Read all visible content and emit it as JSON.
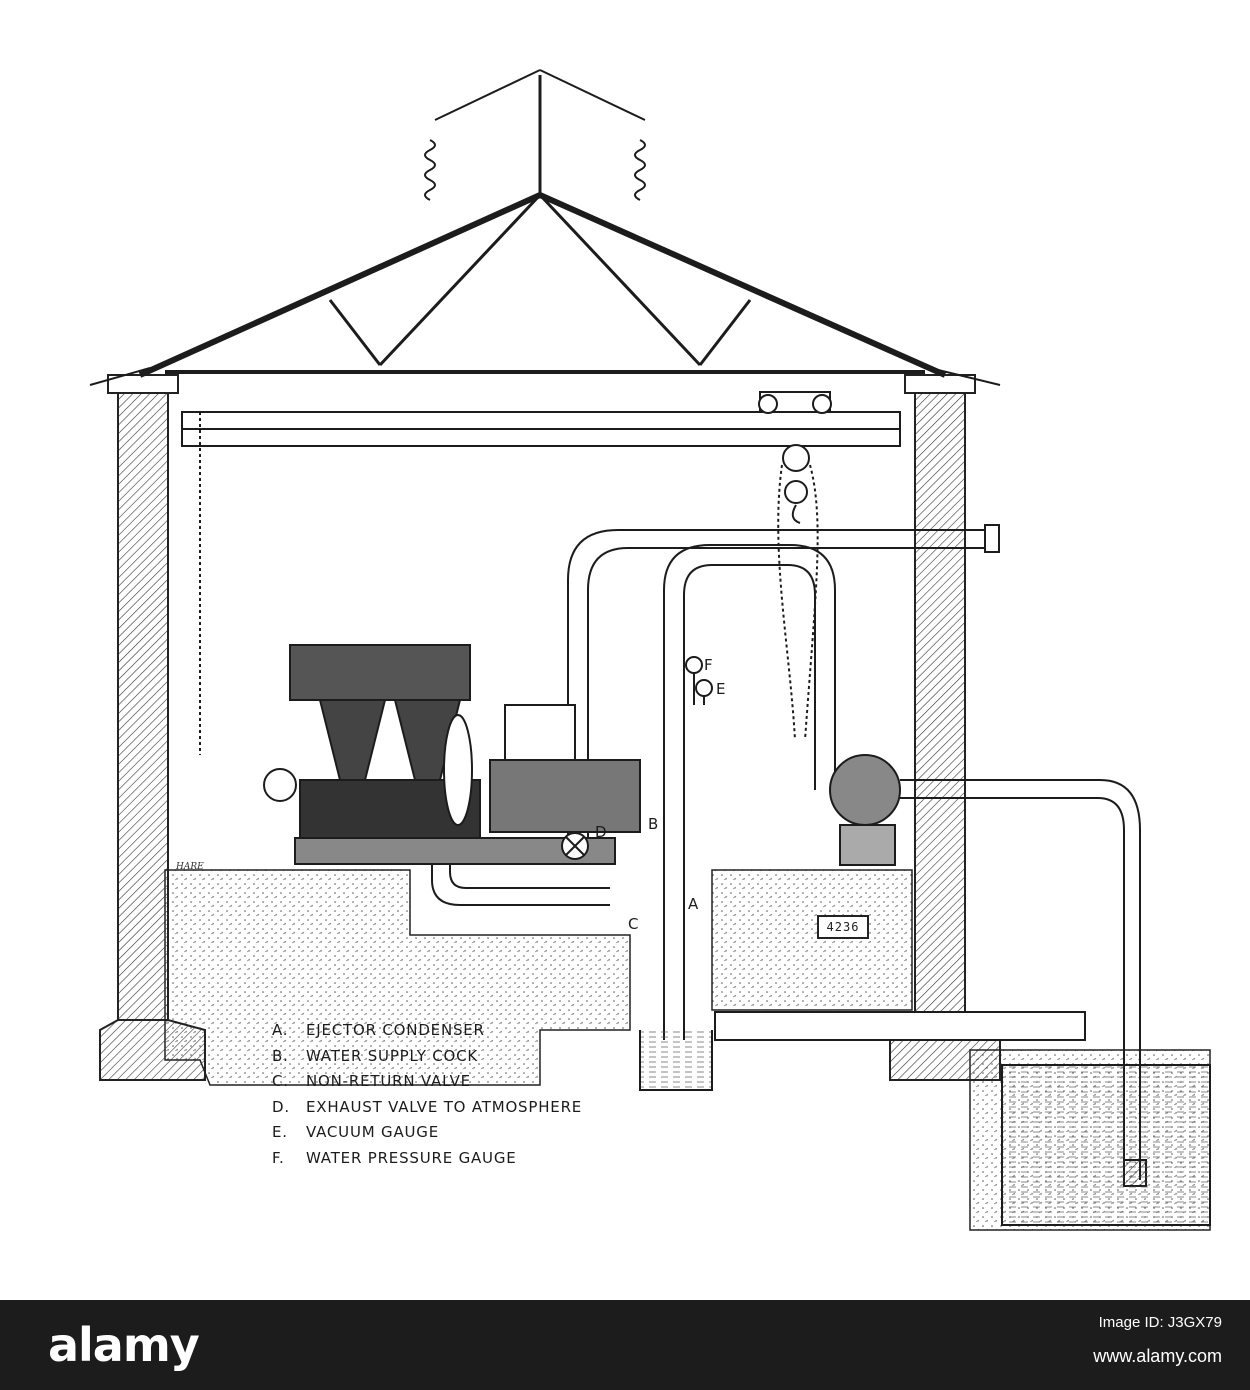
{
  "legend": [
    {
      "key": "A.",
      "text": "EJECTOR CONDENSER"
    },
    {
      "key": "B.",
      "text": "WATER SUPPLY COCK"
    },
    {
      "key": "C.",
      "text": "NON-RETURN VALVE"
    },
    {
      "key": "D.",
      "text": "EXHAUST VALVE TO ATMOSPHERE"
    },
    {
      "key": "E.",
      "text": "VACUUM GAUGE"
    },
    {
      "key": "F.",
      "text": "WATER PRESSURE GAUGE"
    }
  ],
  "labels": {
    "a": "A",
    "b": "B",
    "c": "C",
    "d": "D",
    "e": "E",
    "f": "F"
  },
  "figure_number": "4236",
  "artist_signature": "HARE",
  "footer": {
    "brand": "alamy",
    "image_id": "Image ID: J3GX79",
    "url": "www.alamy.com"
  },
  "colors": {
    "ink": "#1c1c1c",
    "footer_bg": "#1c1c1c",
    "footer_text": "#ffffff"
  }
}
